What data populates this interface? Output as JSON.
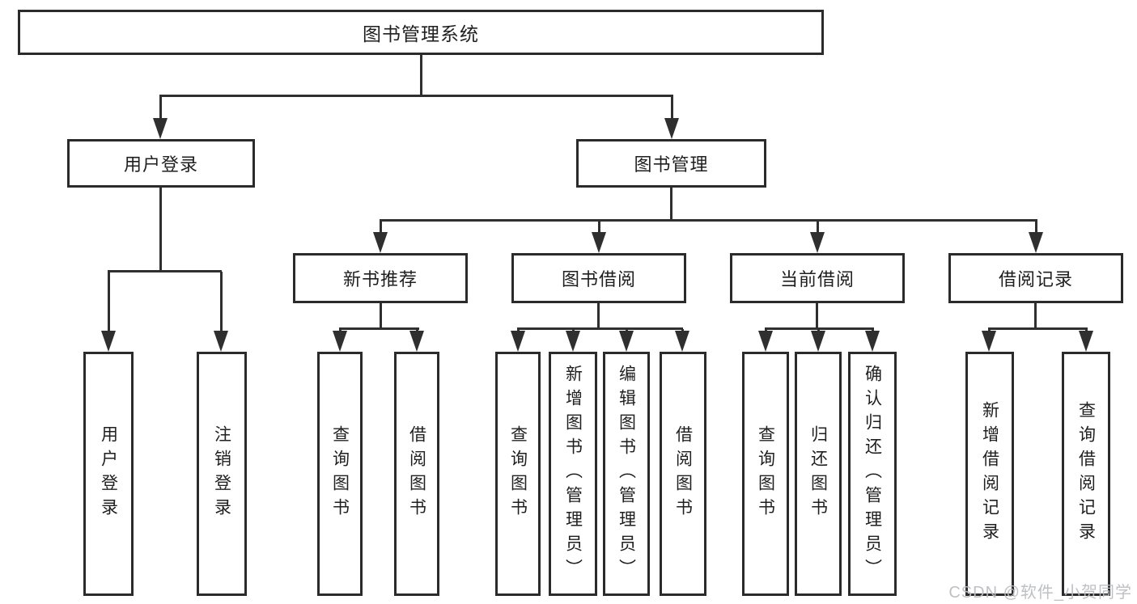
{
  "diagram": {
    "type": "hierarchy-tree",
    "colors": {
      "border": "#2b2b2b",
      "line": "#2f2f2f",
      "text": "#1f1f1f",
      "background": "#ffffff",
      "watermark": "#bbbdc1"
    },
    "root": {
      "label": "图书管理系统"
    },
    "branches": [
      {
        "label": "用户登录",
        "children": [
          {
            "label": "用户登录"
          },
          {
            "label": "注销登录"
          }
        ]
      },
      {
        "label": "图书管理",
        "children": [
          {
            "label": "新书推荐",
            "children": [
              {
                "label": "查询图书"
              },
              {
                "label": "借阅图书"
              }
            ]
          },
          {
            "label": "图书借阅",
            "children": [
              {
                "label": "查询图书"
              },
              {
                "label": "新增图书（管理员）"
              },
              {
                "label": "编辑图书（管理员）"
              },
              {
                "label": "借阅图书"
              }
            ]
          },
          {
            "label": "当前借阅",
            "children": [
              {
                "label": "查询图书"
              },
              {
                "label": "归还图书"
              },
              {
                "label": "确认归还（管理员）"
              }
            ]
          },
          {
            "label": "借阅记录",
            "children": [
              {
                "label": "新增借阅记录"
              },
              {
                "label": "查询借阅记录"
              }
            ]
          }
        ]
      }
    ],
    "watermark": {
      "text": "CSDN @软件_小贺同学"
    }
  }
}
